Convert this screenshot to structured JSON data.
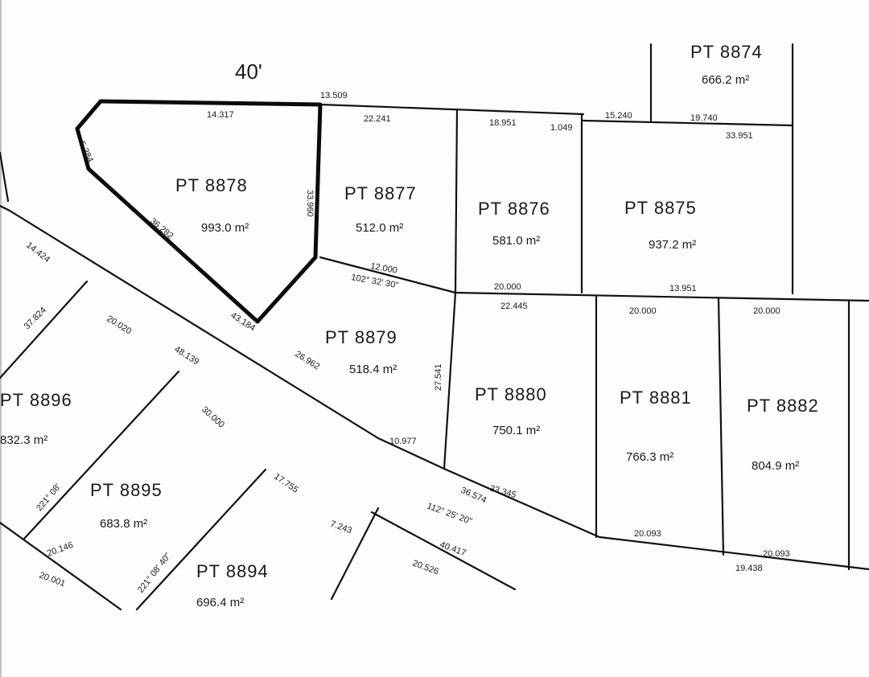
{
  "road": {
    "width_label": "40'"
  },
  "lots": [
    {
      "id": "8874",
      "label": "PT 8874",
      "area": "666.2 m²"
    },
    {
      "id": "8875",
      "label": "PT 8875",
      "area": "937.2 m²"
    },
    {
      "id": "8876",
      "label": "PT 8876",
      "area": "581.0 m²"
    },
    {
      "id": "8877",
      "label": "PT 8877",
      "area": "512.0 m²"
    },
    {
      "id": "8878",
      "label": "PT 8878",
      "area": "993.0 m²",
      "highlighted": true
    },
    {
      "id": "8879",
      "label": "PT 8879",
      "area": "518.4 m²"
    },
    {
      "id": "8880",
      "label": "PT 8880",
      "area": "750.1 m²"
    },
    {
      "id": "8881",
      "label": "PT 8881",
      "area": "766.3 m²"
    },
    {
      "id": "8882",
      "label": "PT 8882",
      "area": "804.9 m²"
    },
    {
      "id": "8894",
      "label": "PT 8894",
      "area": "696.4 m²"
    },
    {
      "id": "8895",
      "label": "PT 8895",
      "area": "683.8 m²"
    },
    {
      "id": "8896",
      "label": "PT 8896",
      "area": "832.3 m²"
    }
  ],
  "dimensions": [
    "13.509",
    "14.317",
    "22.241",
    "18.951",
    "1.049",
    "15.240",
    "19.740",
    "33.951",
    "13.951",
    "20.000",
    "22.445",
    "20.000",
    "20.000",
    "20.093",
    "20.093",
    "19.438",
    "10.977",
    "33.345",
    "36.574",
    "40.417",
    "20.526",
    "7.243",
    "17.755",
    "30.000",
    "20.146",
    "20.001",
    "14.424",
    "37.824",
    "20.020",
    "48.139",
    "26.962",
    "43.184",
    "36.282",
    "5.384",
    "27.541",
    "12.000",
    "33.960"
  ],
  "bearings": [
    "102° 32' 30\"",
    "112° 25' 20\"",
    "221° 08'",
    "221° 08' 40\""
  ]
}
